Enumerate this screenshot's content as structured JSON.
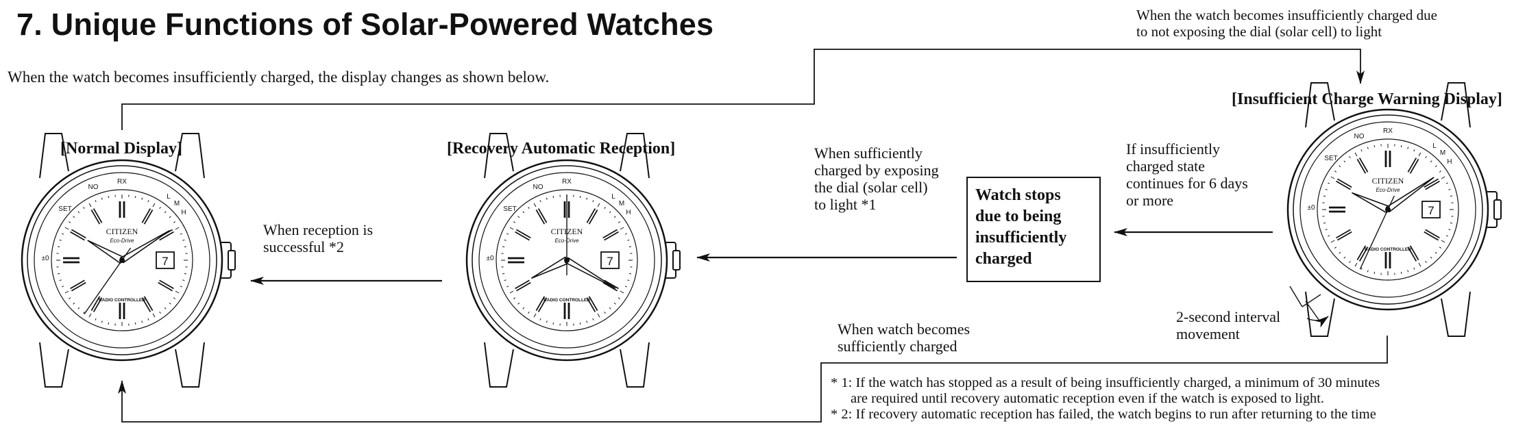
{
  "page": {
    "title": "7. Unique Functions of Solar-Powered Watches",
    "intro": "When the watch becomes insufficiently charged, the display changes as shown below."
  },
  "headings": {
    "normal": "[Normal Display]",
    "recovery": "[Recovery Automatic Reception]",
    "warning": "[Insufficient Charge Warning Display]"
  },
  "annotations": {
    "top_right": [
      "When the watch becomes insufficiently charged due",
      "to not exposing the dial (solar cell) to light"
    ],
    "reception_success": [
      "When reception is",
      "successful  *2"
    ],
    "sufficiently_charged_by_light": [
      "When sufficiently",
      "charged by exposing",
      "the dial (solar cell)",
      "to light  *1"
    ],
    "stops_box": [
      "Watch stops",
      "due to being",
      "insufficiently",
      "charged"
    ],
    "continues": [
      "If insufficiently",
      "charged state",
      "continues for 6 days",
      "or more"
    ],
    "becomes_charged": [
      "When watch becomes",
      "sufficiently charged"
    ],
    "interval": [
      "2-second interval",
      "movement"
    ]
  },
  "footnotes": [
    "* 1: If the watch has stopped as a result of being insufficiently charged, a minimum of 30 minutes",
    "are required until recovery automatic reception even if the watch is exposed to light.",
    "* 2: If recovery automatic reception has failed, the watch begins to run after returning to the time"
  ],
  "dial": {
    "brand": "CITIZEN",
    "model": "Eco-Drive",
    "bottom": "RADIO CONTROLLED",
    "date": "7",
    "bezel": [
      "RX",
      "NO",
      "SET",
      "±0",
      "L",
      "M",
      "H"
    ]
  }
}
